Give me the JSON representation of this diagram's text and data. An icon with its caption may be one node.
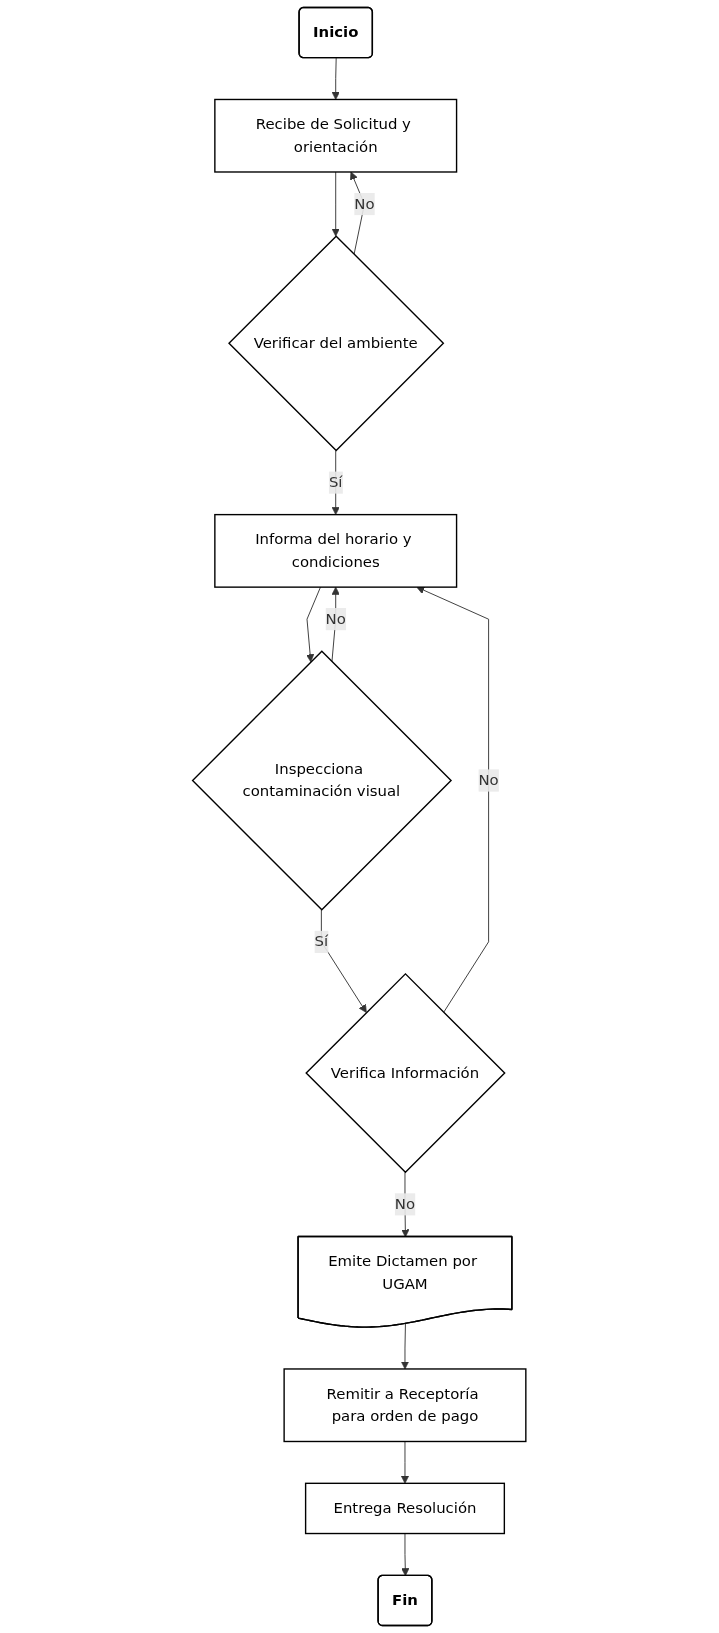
{
  "diagram": {
    "nodes": [
      {
        "text": [
          "Inicio"
        ]
      },
      {
        "text": [
          "Recibe de Solicitud y orientación"
        ]
      },
      {
        "text": [
          "Verificar del ambiente"
        ]
      },
      {
        "text": [
          "Informa del horario y condiciones"
        ]
      },
      {
        "text": [
          "Inspecciona contaminación visual"
        ]
      },
      {
        "text": [
          "Verifica Información"
        ]
      },
      {
        "text": [
          "Emite Dictamen por UGAM"
        ]
      },
      {
        "text": [
          "Remitir a Receptoría para orden de pago"
        ]
      },
      {
        "text": [
          "Entrega Resolución"
        ]
      },
      {
        "text": [
          "Fin"
        ]
      }
    ],
    "edges": [
      {
        "from": 0,
        "to": 1,
        "arrow": "to"
      },
      {
        "from": 1,
        "to": 2,
        "arrow": "to"
      },
      {
        "from": 2,
        "to": 1,
        "arrow": "to",
        "label": "No"
      },
      {
        "from": 2,
        "to": 3,
        "arrow": "to",
        "label": "Sí"
      },
      {
        "from": 3,
        "to": 4,
        "arrow": "to"
      },
      {
        "from": 4,
        "to": 3,
        "arrow": "to",
        "label": "No"
      },
      {
        "from": 4,
        "to": 5,
        "arrow": "to",
        "label": "Sí"
      },
      {
        "from": 5,
        "to": 3,
        "arrow": "to",
        "label": "No"
      },
      {
        "from": 5,
        "to": 6,
        "arrow": "to",
        "label": "No"
      },
      {
        "from": 6,
        "to": 7,
        "arrow": "to"
      },
      {
        "from": 7,
        "to": 8,
        "arrow": "to"
      },
      {
        "from": 8,
        "to": 9,
        "arrow": "to"
      }
    ]
  }
}
